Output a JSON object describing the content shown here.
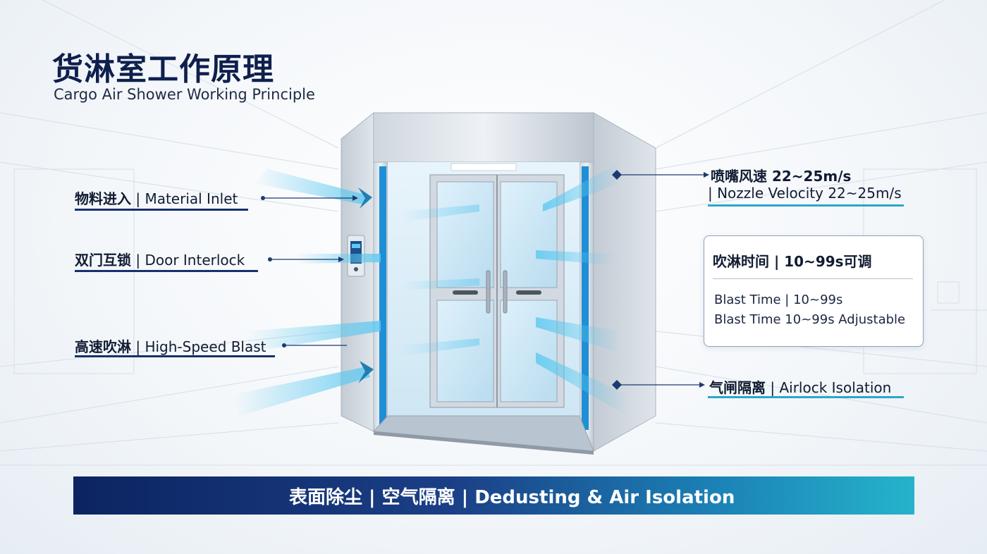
{
  "title": "货淋室工作原理",
  "subtitle": "Cargo Air Shower Working Principle",
  "left_labels": [
    {
      "zh": "物料进入",
      "en": "Material Inlet"
    },
    {
      "zh": "双门互锁",
      "en": "Door Interlock"
    },
    {
      "zh": "高速吹淋",
      "en": "High-Speed Blast"
    }
  ],
  "right_labels": {
    "nozzle": {
      "line1": "喷嘴风速 22~25m/s",
      "line2": "| Nozzle Velocity 22~25m/s"
    },
    "airlock": {
      "zh": "气闸隔离",
      "en": "Airlock Isolation"
    }
  },
  "info_box": {
    "heading": "吹淋时间 | 10~99s可调",
    "line1": "Blast Time | 10~99s",
    "line2": "Blast Time 10~99s Adjustable"
  },
  "banner": "表面除尘 | 空气隔离 | Dedusting & Air Isolation",
  "separator": " | ",
  "colors": {
    "navy": "#0f1f4d",
    "teal": "#2aa6c9",
    "accent_blue": "#1e8fd6"
  }
}
